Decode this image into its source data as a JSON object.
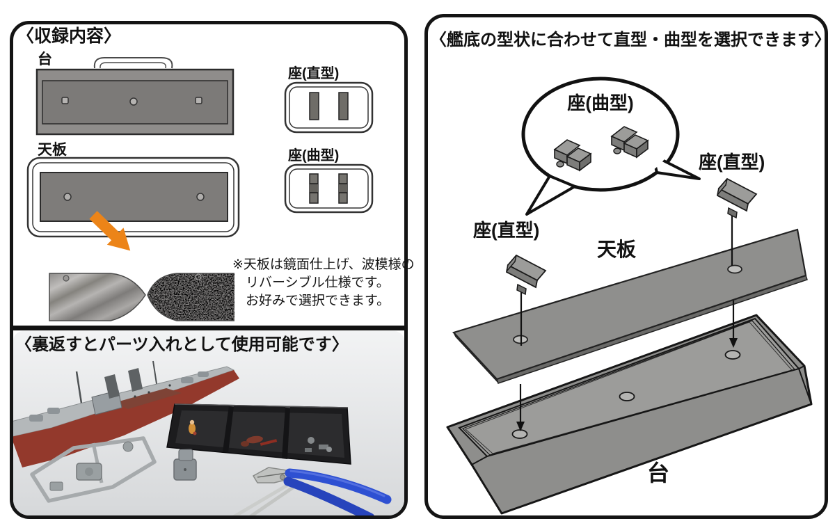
{
  "left_panel": {
    "contents_heading": "〈収録内容〉",
    "flip_heading": "〈裏返すとパーツ入れとして使用可能です〉",
    "labels": {
      "dai": "台",
      "tenban": "天板",
      "za_straight": "座(直型)",
      "za_curved": "座(曲型)"
    },
    "note": {
      "line1": "※天板は鏡面仕上げ、波模様の",
      "line2": "リバーシブル仕様です。",
      "line3": "お好みで選択できます。"
    }
  },
  "right_panel": {
    "heading": "〈艦底の型状に合わせて直型・曲型を選択できます〉",
    "labels": {
      "za_curved": "座(曲型)",
      "za_straight_upper": "座(直型)",
      "za_straight_lower": "座(直型)",
      "tenban": "天板",
      "dai": "台"
    }
  },
  "colors": {
    "outline": "#141414",
    "part_gray": "#8e8c8a",
    "part_gray_dark": "#7b7977",
    "arrow_orange": "#ec8418",
    "plier_blue": "#2e50d2",
    "hull_red": "#93392c"
  }
}
